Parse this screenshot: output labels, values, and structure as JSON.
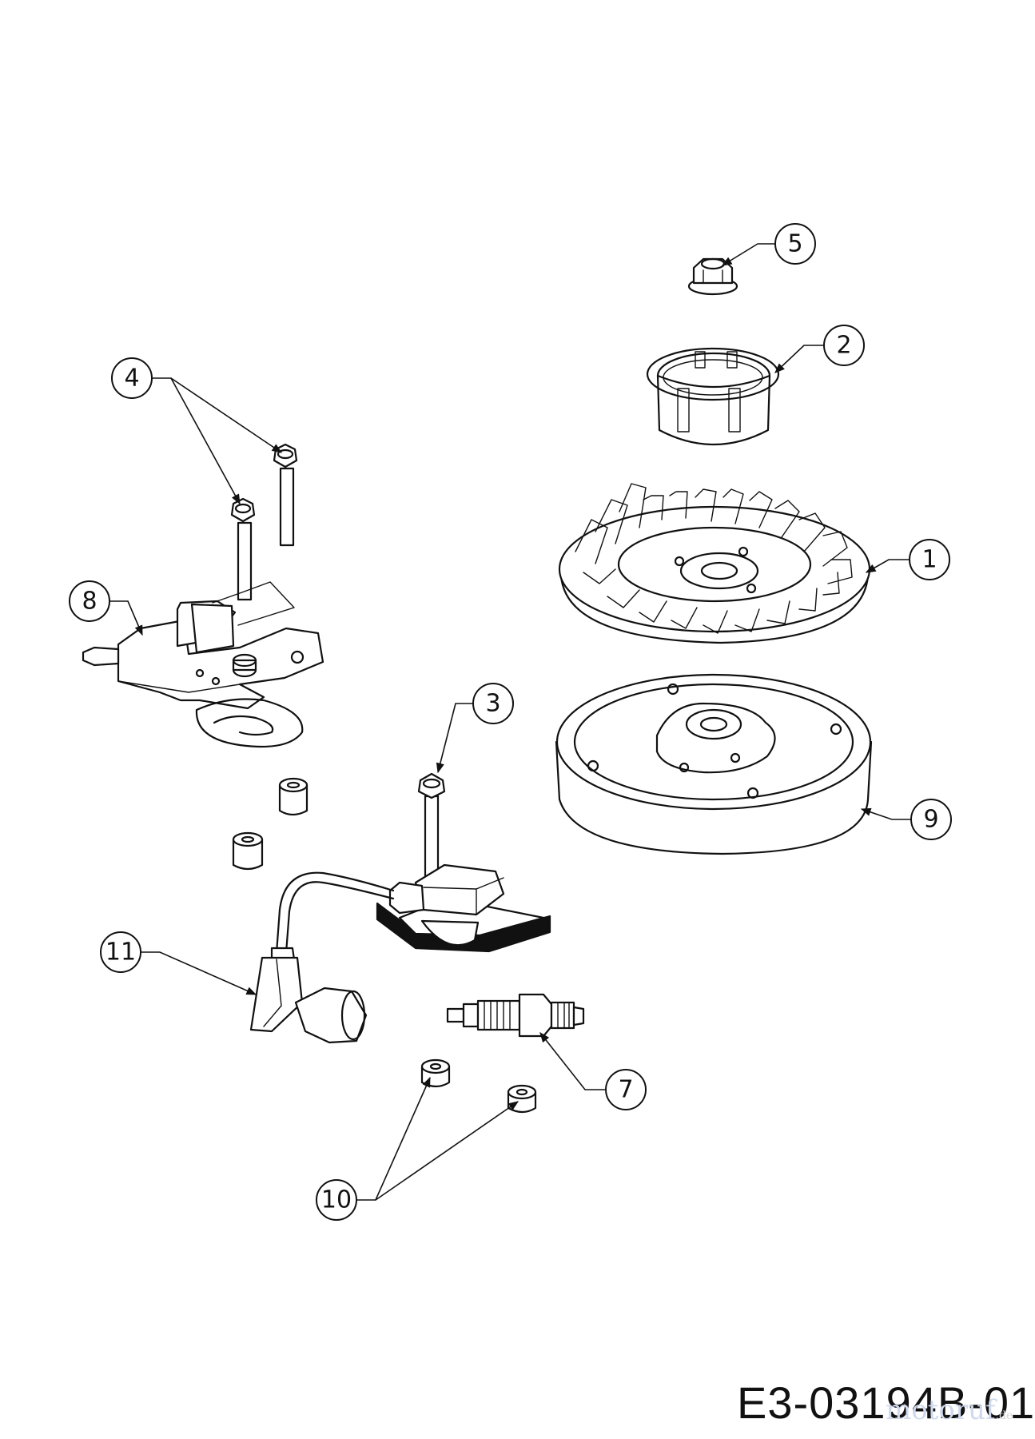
{
  "callouts": {
    "c1": "1",
    "c2": "2",
    "c3": "3",
    "c4": "4",
    "c5": "5",
    "c7": "7",
    "c8": "8",
    "c9": "9",
    "c10": "10",
    "c11": "11"
  },
  "diagram_id": "E3-03194B-01",
  "watermark": {
    "brand": "motoruf",
    "tld": ".de"
  }
}
